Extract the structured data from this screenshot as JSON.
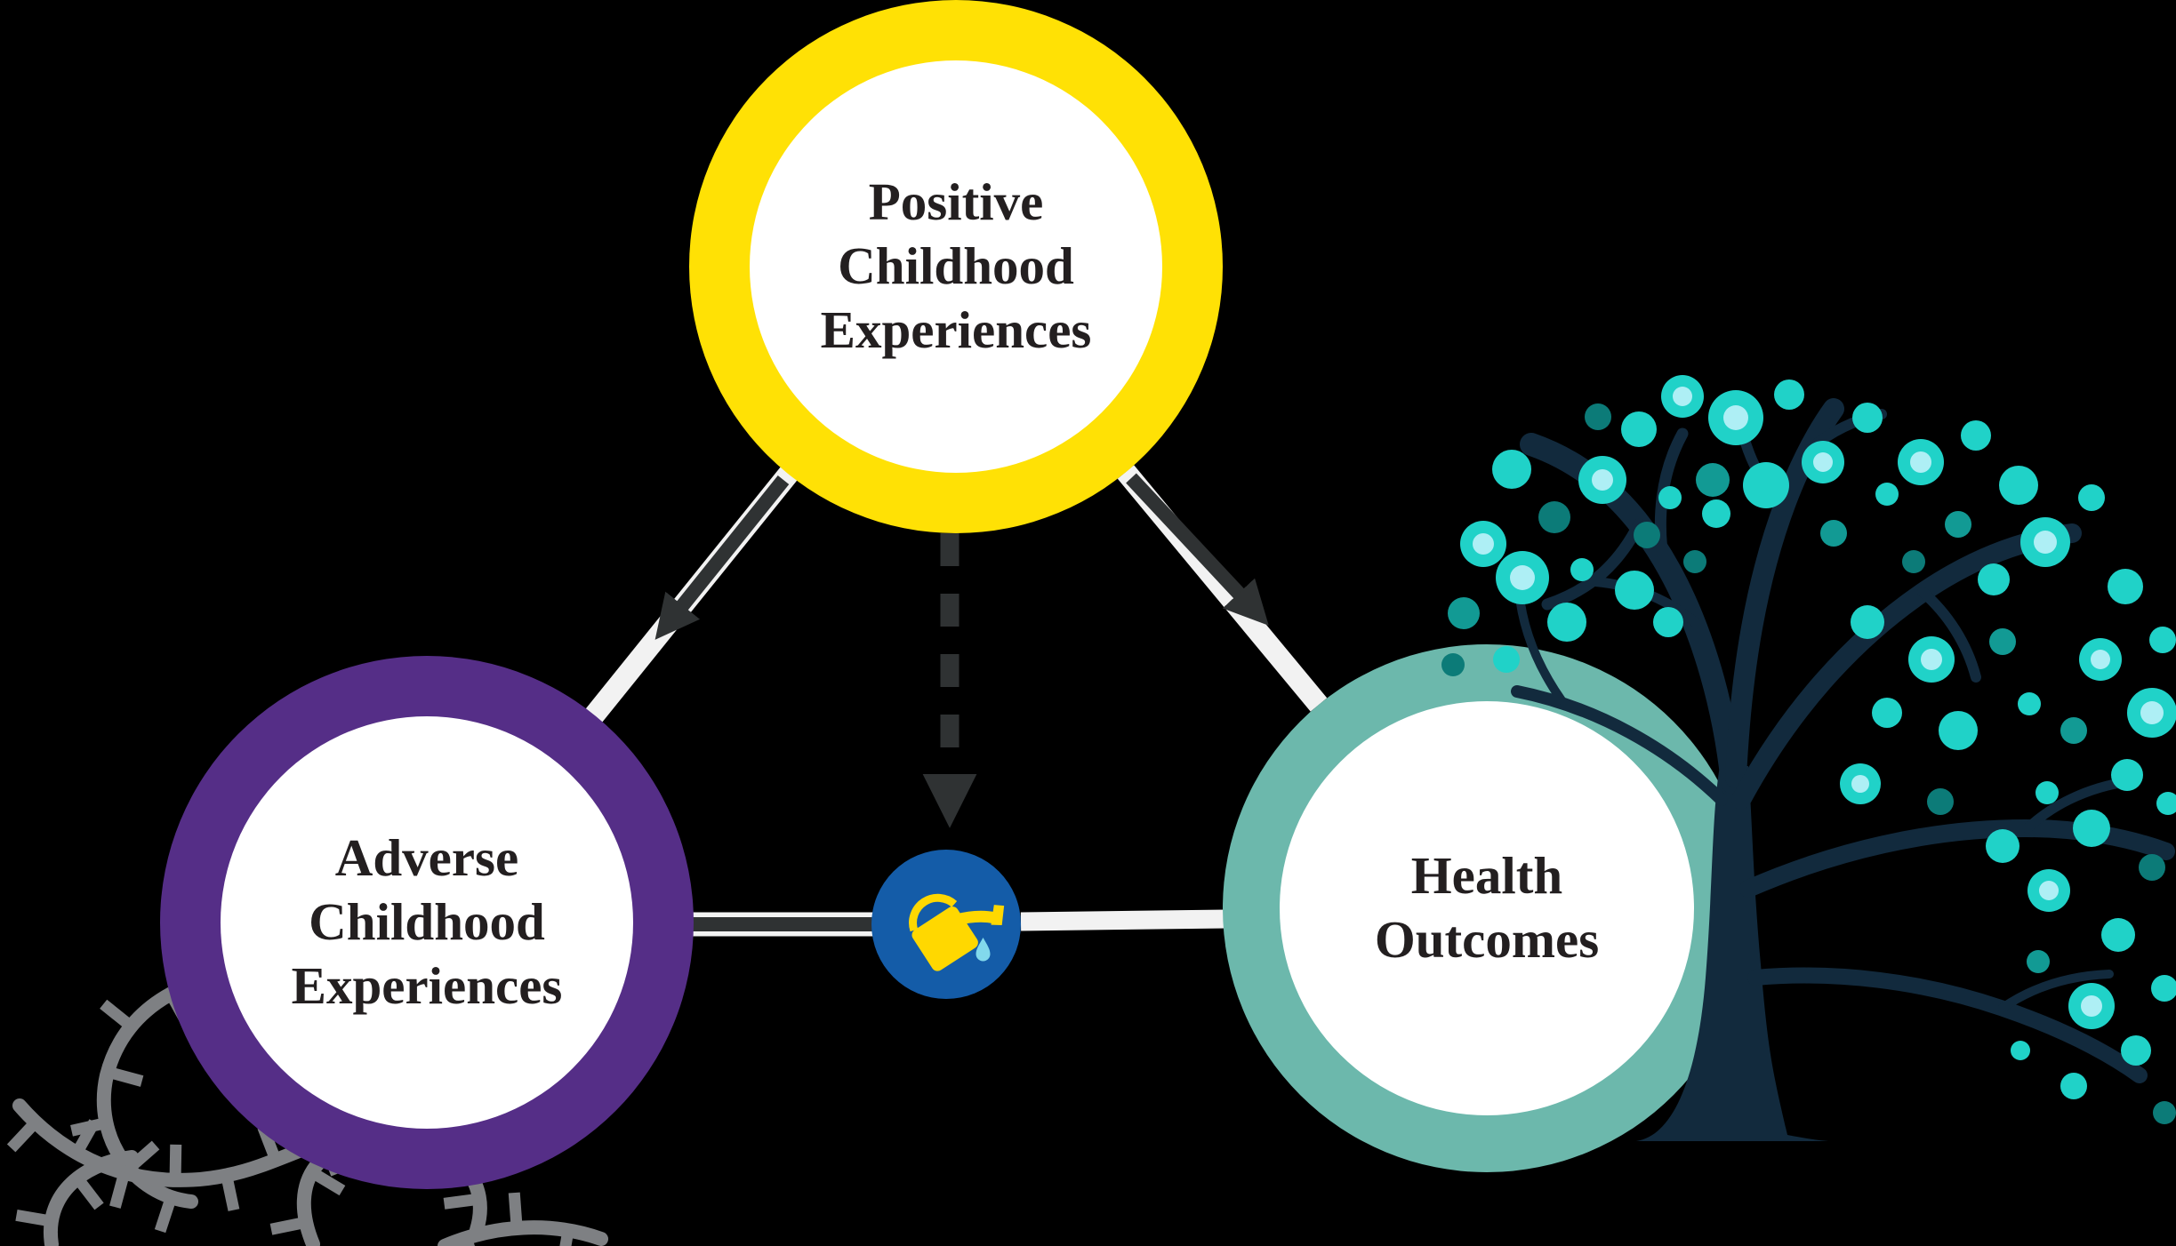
{
  "diagram": {
    "nodes": {
      "positive": {
        "lines": [
          "Positive",
          "Childhood",
          "Experiences"
        ]
      },
      "adverse": {
        "lines": [
          "Adverse",
          "Childhood",
          "Experiences"
        ]
      },
      "health": {
        "lines": [
          "Health",
          "Outcomes"
        ]
      }
    },
    "icons": {
      "watering_can": "watering-can-icon",
      "water_drop": "water-drop-icon",
      "tree": "flourishing-tree-illustration",
      "thorns": "thorny-roots-illustration",
      "solid_arrow": "solid-arrow-icon",
      "dashed_arrow": "dashed-arrow-icon"
    }
  },
  "colors": {
    "background": "#000000",
    "positive_ring": "#FFE105",
    "adverse_ring": "#552E87",
    "health_ring": "#6CB8AC",
    "node_fill": "#FFFFFF",
    "label_text": "#231F20",
    "arrow_dark": "#2F3233",
    "connector_light": "#F2F2F2",
    "badge_blue": "#145CA8",
    "can_yellow": "#FFD800",
    "water_drop": "#82D9EC",
    "tree_wood": "#122A3D",
    "leaf_bright": "#20D2C8",
    "leaf_medium": "#129A94",
    "leaf_dark": "#0C7B78",
    "leaf_highlight": "#AEEFF5",
    "thorn_gray": "#7E8083"
  }
}
